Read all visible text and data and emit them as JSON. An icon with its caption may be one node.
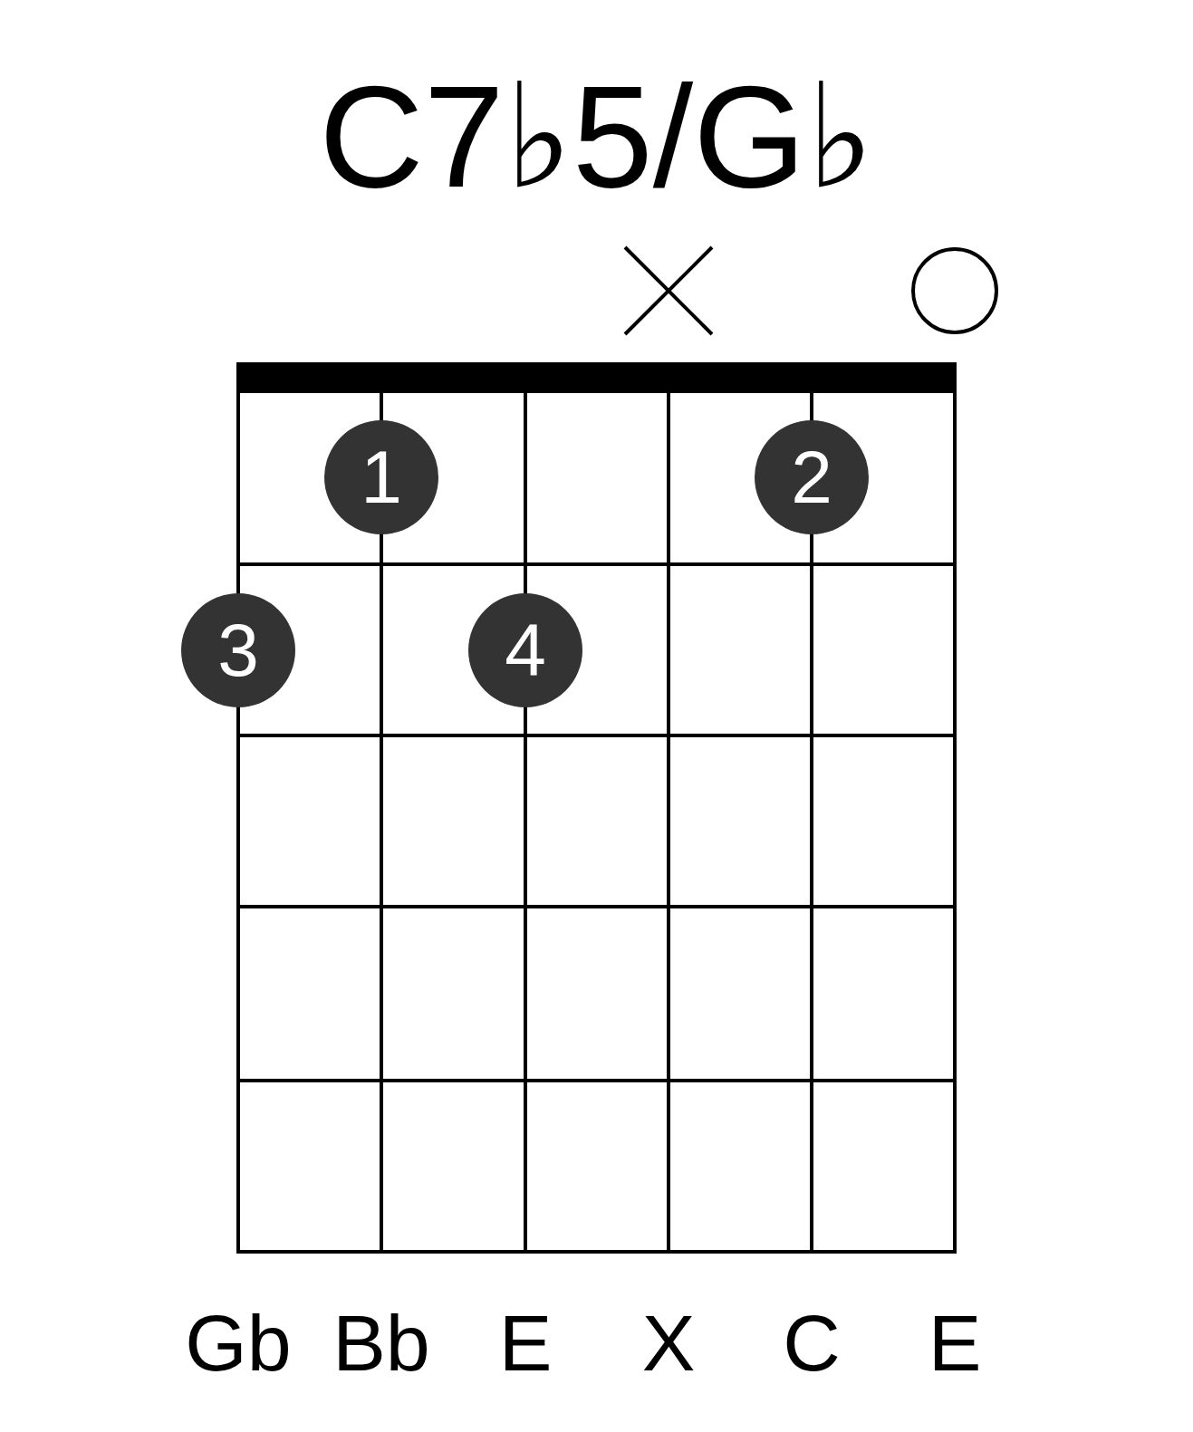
{
  "diagram": {
    "title": "C7♭5/G♭",
    "nodes": [
      {
        "text": [
          "1"
        ]
      },
      {
        "text": [
          "2"
        ]
      },
      {
        "text": [
          "3"
        ]
      },
      {
        "text": [
          "4"
        ]
      }
    ],
    "labels": [
      "Gb",
      "Bb",
      "E",
      "X",
      "C",
      "E"
    ]
  }
}
